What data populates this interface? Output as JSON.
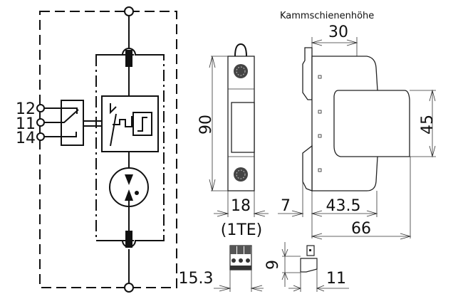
{
  "schematic": {
    "terminals": [
      "12",
      "11",
      "14"
    ]
  },
  "dimensions": {
    "comb_busbar_height_label": "Kammschienenhöhe",
    "comb_busbar_height": "30",
    "height": "90",
    "width": "18",
    "module_units": "(1TE)",
    "rail_offset": "7",
    "depth_to_shoulder": "43.5",
    "total_depth": "66",
    "front_cap_height": "45",
    "terminal_block_width": "15.3",
    "clip_height": "9",
    "clip_depth": "11"
  }
}
